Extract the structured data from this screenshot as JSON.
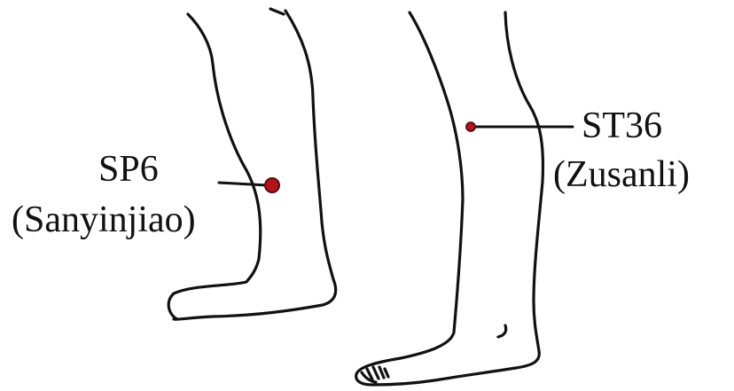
{
  "acupoints": [
    {
      "code": "SP6",
      "name": "(Sanyinjiao)"
    },
    {
      "code": "ST36",
      "name": "(Zusanli)"
    }
  ],
  "colors": {
    "outline": "#111111",
    "point_fill": "#b3141e",
    "point_stroke": "#5a0a0e",
    "background": "#ffffff"
  }
}
